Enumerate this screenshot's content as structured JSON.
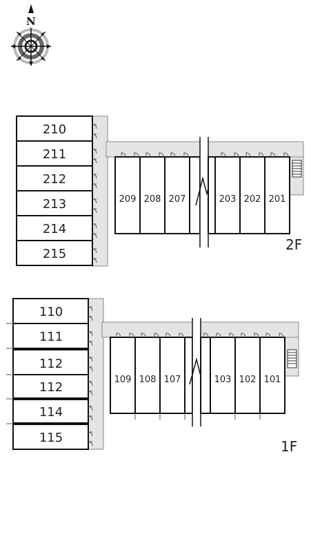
{
  "compass": {
    "north_label": "N",
    "icon": "compass-icon"
  },
  "floors": [
    {
      "id": "2F",
      "label": "2F",
      "west_units": [
        "210",
        "211",
        "212",
        "213",
        "214",
        "215"
      ],
      "north_units_left": [
        "209",
        "208",
        "207"
      ],
      "north_units_right": [
        "203",
        "202",
        "201"
      ]
    },
    {
      "id": "1F",
      "label": "1F",
      "west_units": [
        "110",
        "111",
        "112",
        "112",
        "114",
        "115"
      ],
      "north_units_left": [
        "109",
        "108",
        "107"
      ],
      "north_units_right": [
        "103",
        "102",
        "101"
      ]
    }
  ],
  "colors": {
    "corridor": "#e4e4e4",
    "wall": "#111111",
    "door": "#555555"
  }
}
